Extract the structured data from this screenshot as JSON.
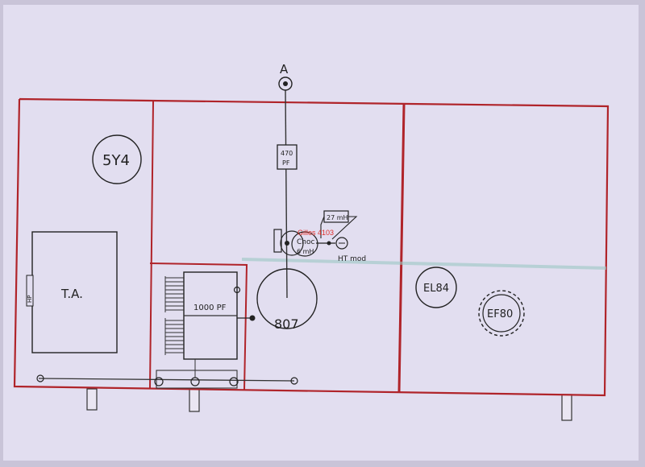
{
  "labels": {
    "antenna": "A",
    "rectifier_tube": "5Y4",
    "transformer": "T.A.",
    "transformer_side": "HP",
    "cap_470_line1": "470",
    "cap_470_line2": "PF",
    "resistor": "27 mH",
    "choke_line1": "Choc",
    "choke_line2": "6 mH",
    "ht_mod": "HT mod",
    "variable_cap": "1000 PF",
    "power_tube": "807",
    "output_tube": "EL84",
    "driver_tube": "EF80"
  },
  "watermark": "Gilles 4103",
  "colors": {
    "paper": "#e2def0",
    "background": "#c9c4d8",
    "red_line": "#b0242a",
    "ink": "#222222"
  }
}
